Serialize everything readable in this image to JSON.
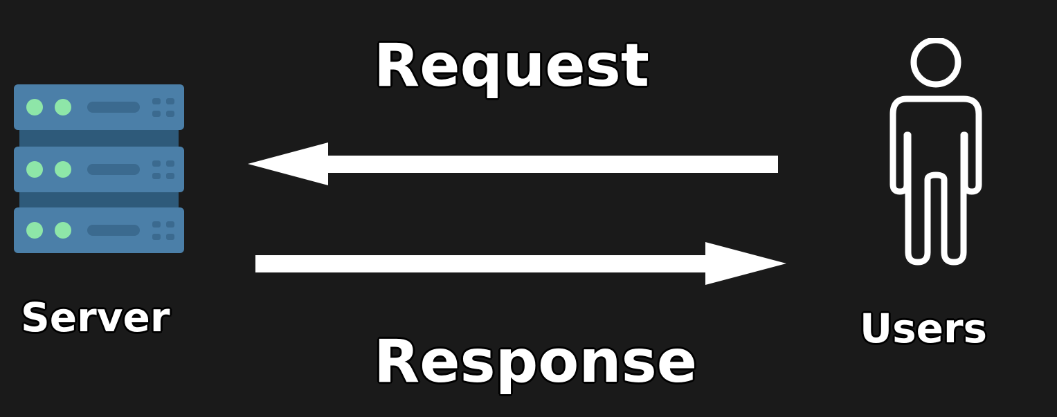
{
  "diagram": {
    "labels": {
      "request": "Request",
      "response": "Response",
      "server": "Server",
      "users": "Users"
    },
    "nodes": [
      {
        "id": "server",
        "icon": "server-rack-icon"
      },
      {
        "id": "users",
        "icon": "person-outline-icon"
      }
    ],
    "edges": [
      {
        "from": "users",
        "to": "server",
        "label": "Request"
      },
      {
        "from": "server",
        "to": "users",
        "label": "Response"
      }
    ],
    "colors": {
      "background": "#1a1a1a",
      "text": "#ffffff",
      "arrow": "#ffffff",
      "server_body": "#4b7fa8",
      "server_shadow": "#2e5a7a",
      "server_led": "#8ee6a8"
    }
  }
}
